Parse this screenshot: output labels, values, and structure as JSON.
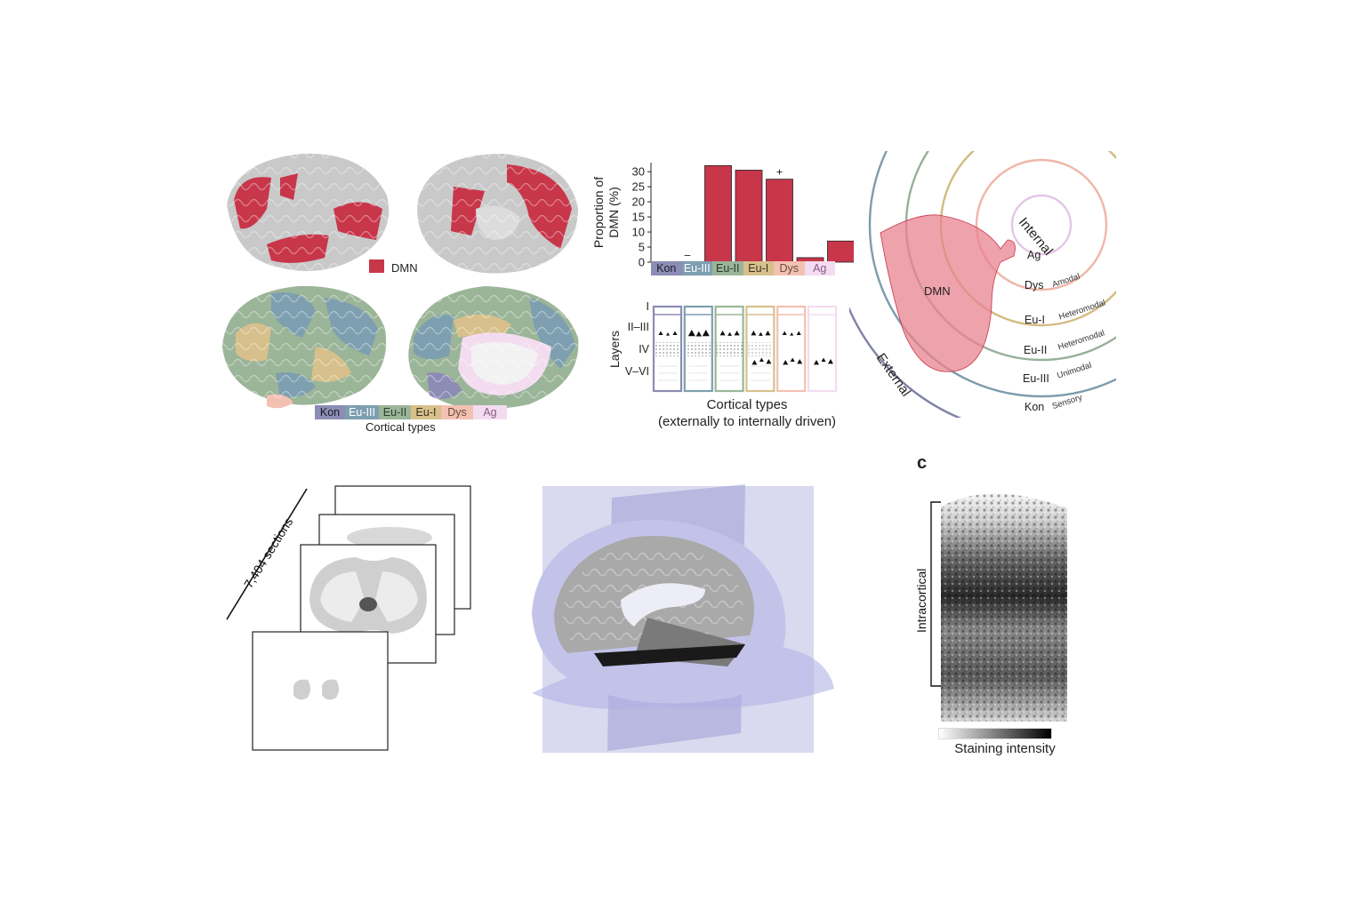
{
  "colors": {
    "dmn": "#c8364a",
    "brain_gray": "#c9c9c9",
    "kon": "#8c8cb4",
    "eu3": "#7d9fb0",
    "eu2": "#9bb598",
    "eu1": "#d8c08c",
    "dys": "#f2c1b2",
    "ag": "#f3dcef",
    "plane": "#b9b9e2"
  },
  "panel_a": {
    "legend_label": "DMN",
    "cortical_types_label": "Cortical types",
    "types": [
      "Kon",
      "Eu-III",
      "Eu-II",
      "Eu-I",
      "Dys",
      "Ag"
    ]
  },
  "chart_data": {
    "type": "bar",
    "categories": [
      "Kon",
      "Eu-III",
      "Eu-II",
      "Eu-I",
      "Dys",
      "Ag"
    ],
    "values": [
      0.2,
      32,
      30.5,
      27.5,
      1.5,
      7
    ],
    "ylabel": "Proportion of DMN (%)",
    "ylabel_lines": [
      "Proportion of",
      "DMN (%)"
    ],
    "yticks": [
      0,
      5,
      10,
      15,
      20,
      25,
      30
    ],
    "ylim": [
      0,
      33
    ],
    "annotations": [
      {
        "category": "Kon",
        "text": "–"
      },
      {
        "category": "Eu-I",
        "text": "+"
      }
    ],
    "grid": false
  },
  "layers_panel": {
    "ylabel": "Layers",
    "layer_labels": [
      "I",
      "II–III",
      "IV",
      "V–VI"
    ],
    "xlabel_lines": [
      "Cortical types",
      "(externally to internally driven)"
    ]
  },
  "rings_panel": {
    "dmn_label": "DMN",
    "internal_label": "Internal",
    "external_label": "External",
    "rings": [
      {
        "type": "Ag",
        "desc": ""
      },
      {
        "type": "Dys",
        "desc": "Amodal"
      },
      {
        "type": "Eu-I",
        "desc": "Heteromodal"
      },
      {
        "type": "Eu-II",
        "desc": "Heteromodal"
      },
      {
        "type": "Eu-III",
        "desc": "Unimodal"
      },
      {
        "type": "Kon",
        "desc": "Sensory"
      }
    ]
  },
  "panel_b": {
    "sections_label": "7,404 sections"
  },
  "panel_c": {
    "letter": "c",
    "intracortical_label": "Intracortical",
    "staining_label": "Staining intensity"
  }
}
